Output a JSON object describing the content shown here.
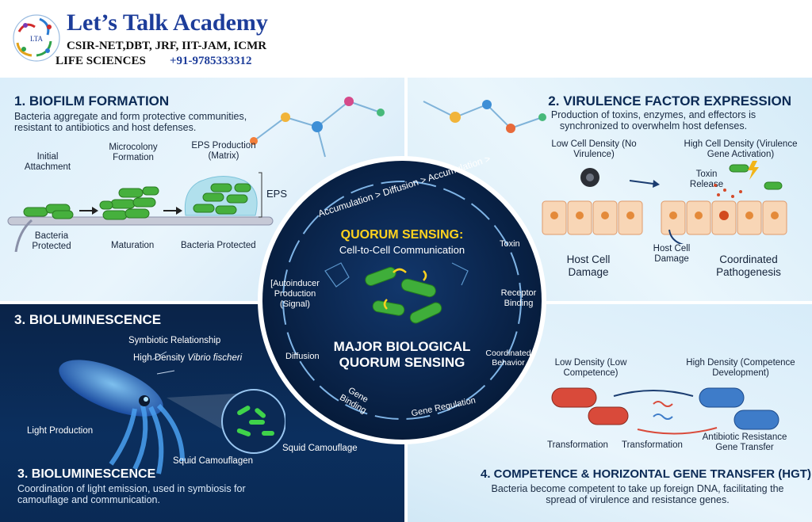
{
  "header": {
    "title": "Let’s Talk Academy",
    "line1": "CSIR-NET,DBT, JRF, IIT-JAM, ICMR",
    "line2_a": "LIFE SCIENCES",
    "line2_b": "+91-9785333312",
    "logo_text": "LTA"
  },
  "biofilm": {
    "title": "1. BIOFILM FORMATION",
    "desc": "Bacteria aggregate and form protective communities, resistant to antibiotics and host defenses.",
    "initial": "Initial Attachment",
    "microcolony": "Microcolony Formation",
    "eps_production": "EPS Production (Matrix)",
    "eps": "EPS",
    "bacteria_protected": "Bacteria Protected",
    "maturation": "Maturation",
    "bacteria_protected2": "Bacteria Protected"
  },
  "virulence": {
    "title": "2. VIRULENCE FACTOR EXPRESSION",
    "desc": "Production of toxins, enzymes, and effectors is synchronized to overwhelm host defenses.",
    "low": "Low Cell Density (No Virulence)",
    "high": "High Cell Density (Virulence Gene Activation)",
    "toxin_release": "Toxin Release",
    "host_damage": "Host Cell Damage",
    "host_damage_small": "Host Cell Damage",
    "coordinated": "Coordinated Pathogenesis"
  },
  "biolum": {
    "title_top": "3. BIOLUMINESCENCE",
    "symbiotic": "Symbiotic Relationship",
    "high_density": "High Density",
    "species": "Vibrio fischeri",
    "light": "Light Production",
    "camouflagen": "Squid Camouflagen",
    "camouflage": "Squid Camouflage",
    "title_bottom": "3. BIOLUMINESCENCE",
    "desc": "Coordination of light emission, used in symbiosis for camouflage and communication."
  },
  "competence": {
    "title": "4. COMPETENCE & HORIZONTAL GENE TRANSFER (HGT)",
    "desc": "Bacteria become competent to take up foreign DNA, facilitating the spread of virulence and resistance genes.",
    "low": "Low Density (Low Competence)",
    "high": "High Density (Competence Development)",
    "transformation1": "Transformation",
    "transformation2": "Transformation",
    "antibiotic": "Antibiotic Resistance Gene Transfer"
  },
  "center": {
    "qs_title": "QUORUM SENSING:",
    "qs_sub": "Cell-to-Cell Communication",
    "major1": "MAJOR BIOLOGICAL",
    "major2": "QUORUM SENSING",
    "cycle": {
      "top": "Accumulation > Diffusion > Accumulation >",
      "toxin": "Toxin",
      "receptor": "Receptor Binding",
      "coordinated": "Coordinated Behavior",
      "gene_reg": "Gene Regulation",
      "gene_binding": "Gene Binding",
      "diffusion": "Diffusion",
      "autoinducer": "[Autoinducer Production (Signal)"
    }
  },
  "colors": {
    "navy": "#0b2a55",
    "bacteria_green": "#3fae3a",
    "title_blue": "#1d3d9a",
    "qs_yellow": "#ffd21e"
  }
}
